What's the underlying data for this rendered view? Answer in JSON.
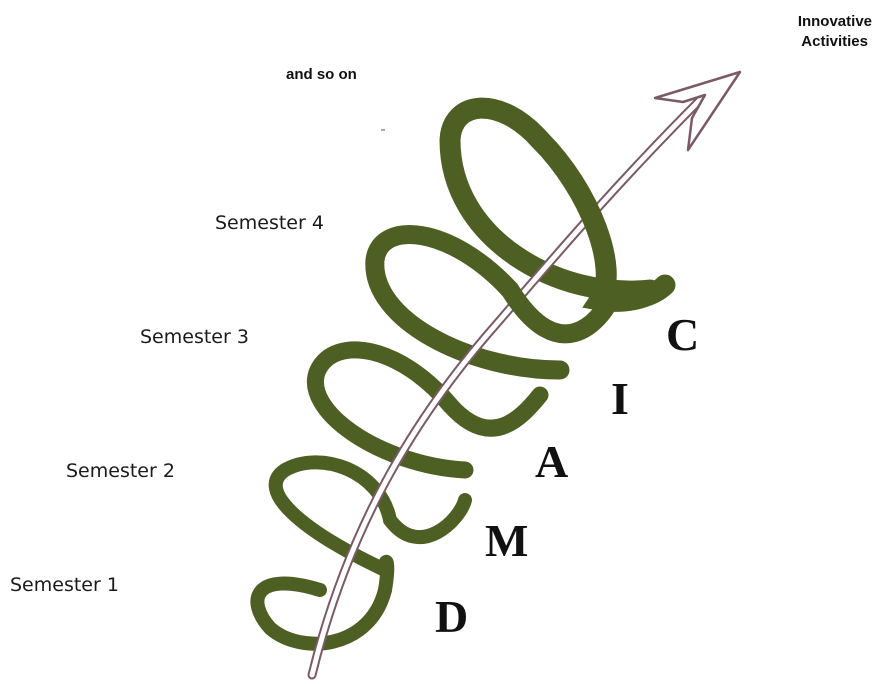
{
  "top_right_label": {
    "line1": "Innovative",
    "line2": "Activities"
  },
  "continuation_label": "and so on",
  "semesters": [
    {
      "label": "Semester 1"
    },
    {
      "label": "Semester 2"
    },
    {
      "label": "Semester 3"
    },
    {
      "label": "Semester 4"
    }
  ],
  "stage_letters": [
    {
      "letter": "D"
    },
    {
      "letter": "M"
    },
    {
      "letter": "A"
    },
    {
      "letter": "I"
    },
    {
      "letter": "C"
    }
  ],
  "colors": {
    "spiral": "#4e5f24",
    "spiral_edge": "#2f3a14",
    "arrow_outline": "#7a5a66",
    "text": "#111111"
  },
  "icons": {
    "spiral": "helix-spiral-icon",
    "arrow": "arrow-up-right-icon"
  }
}
